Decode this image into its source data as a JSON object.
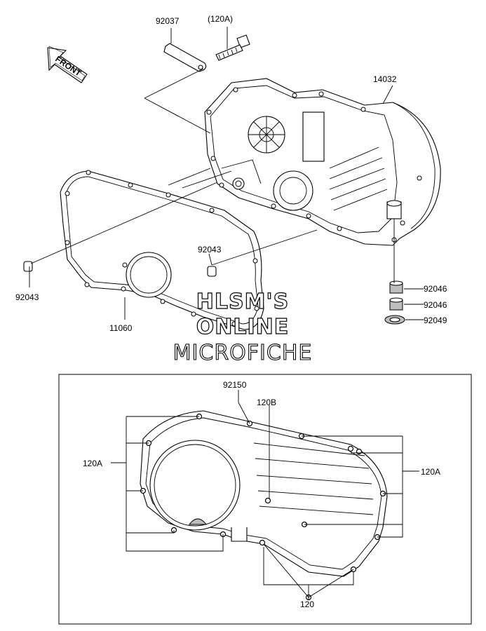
{
  "front_arrow": {
    "label": "FRONT",
    "icon": "front-arrow-icon"
  },
  "parts": {
    "p92037": "92037",
    "p120A_top": "(120A)",
    "p14032": "14032",
    "p92043_left": "92043",
    "p92043_mid": "92043",
    "p11060": "11060",
    "p92046_a": "92046",
    "p92046_b": "92046",
    "p92049": "92049"
  },
  "watermark": {
    "line1": "HLSM'S",
    "line2": "ONLINE",
    "line3": "MICROFICHE"
  },
  "inset": {
    "p92150": "92150",
    "p120B": "120B",
    "p120A_left": "120A",
    "p120A_right": "120A",
    "p120_bottom": "120"
  }
}
